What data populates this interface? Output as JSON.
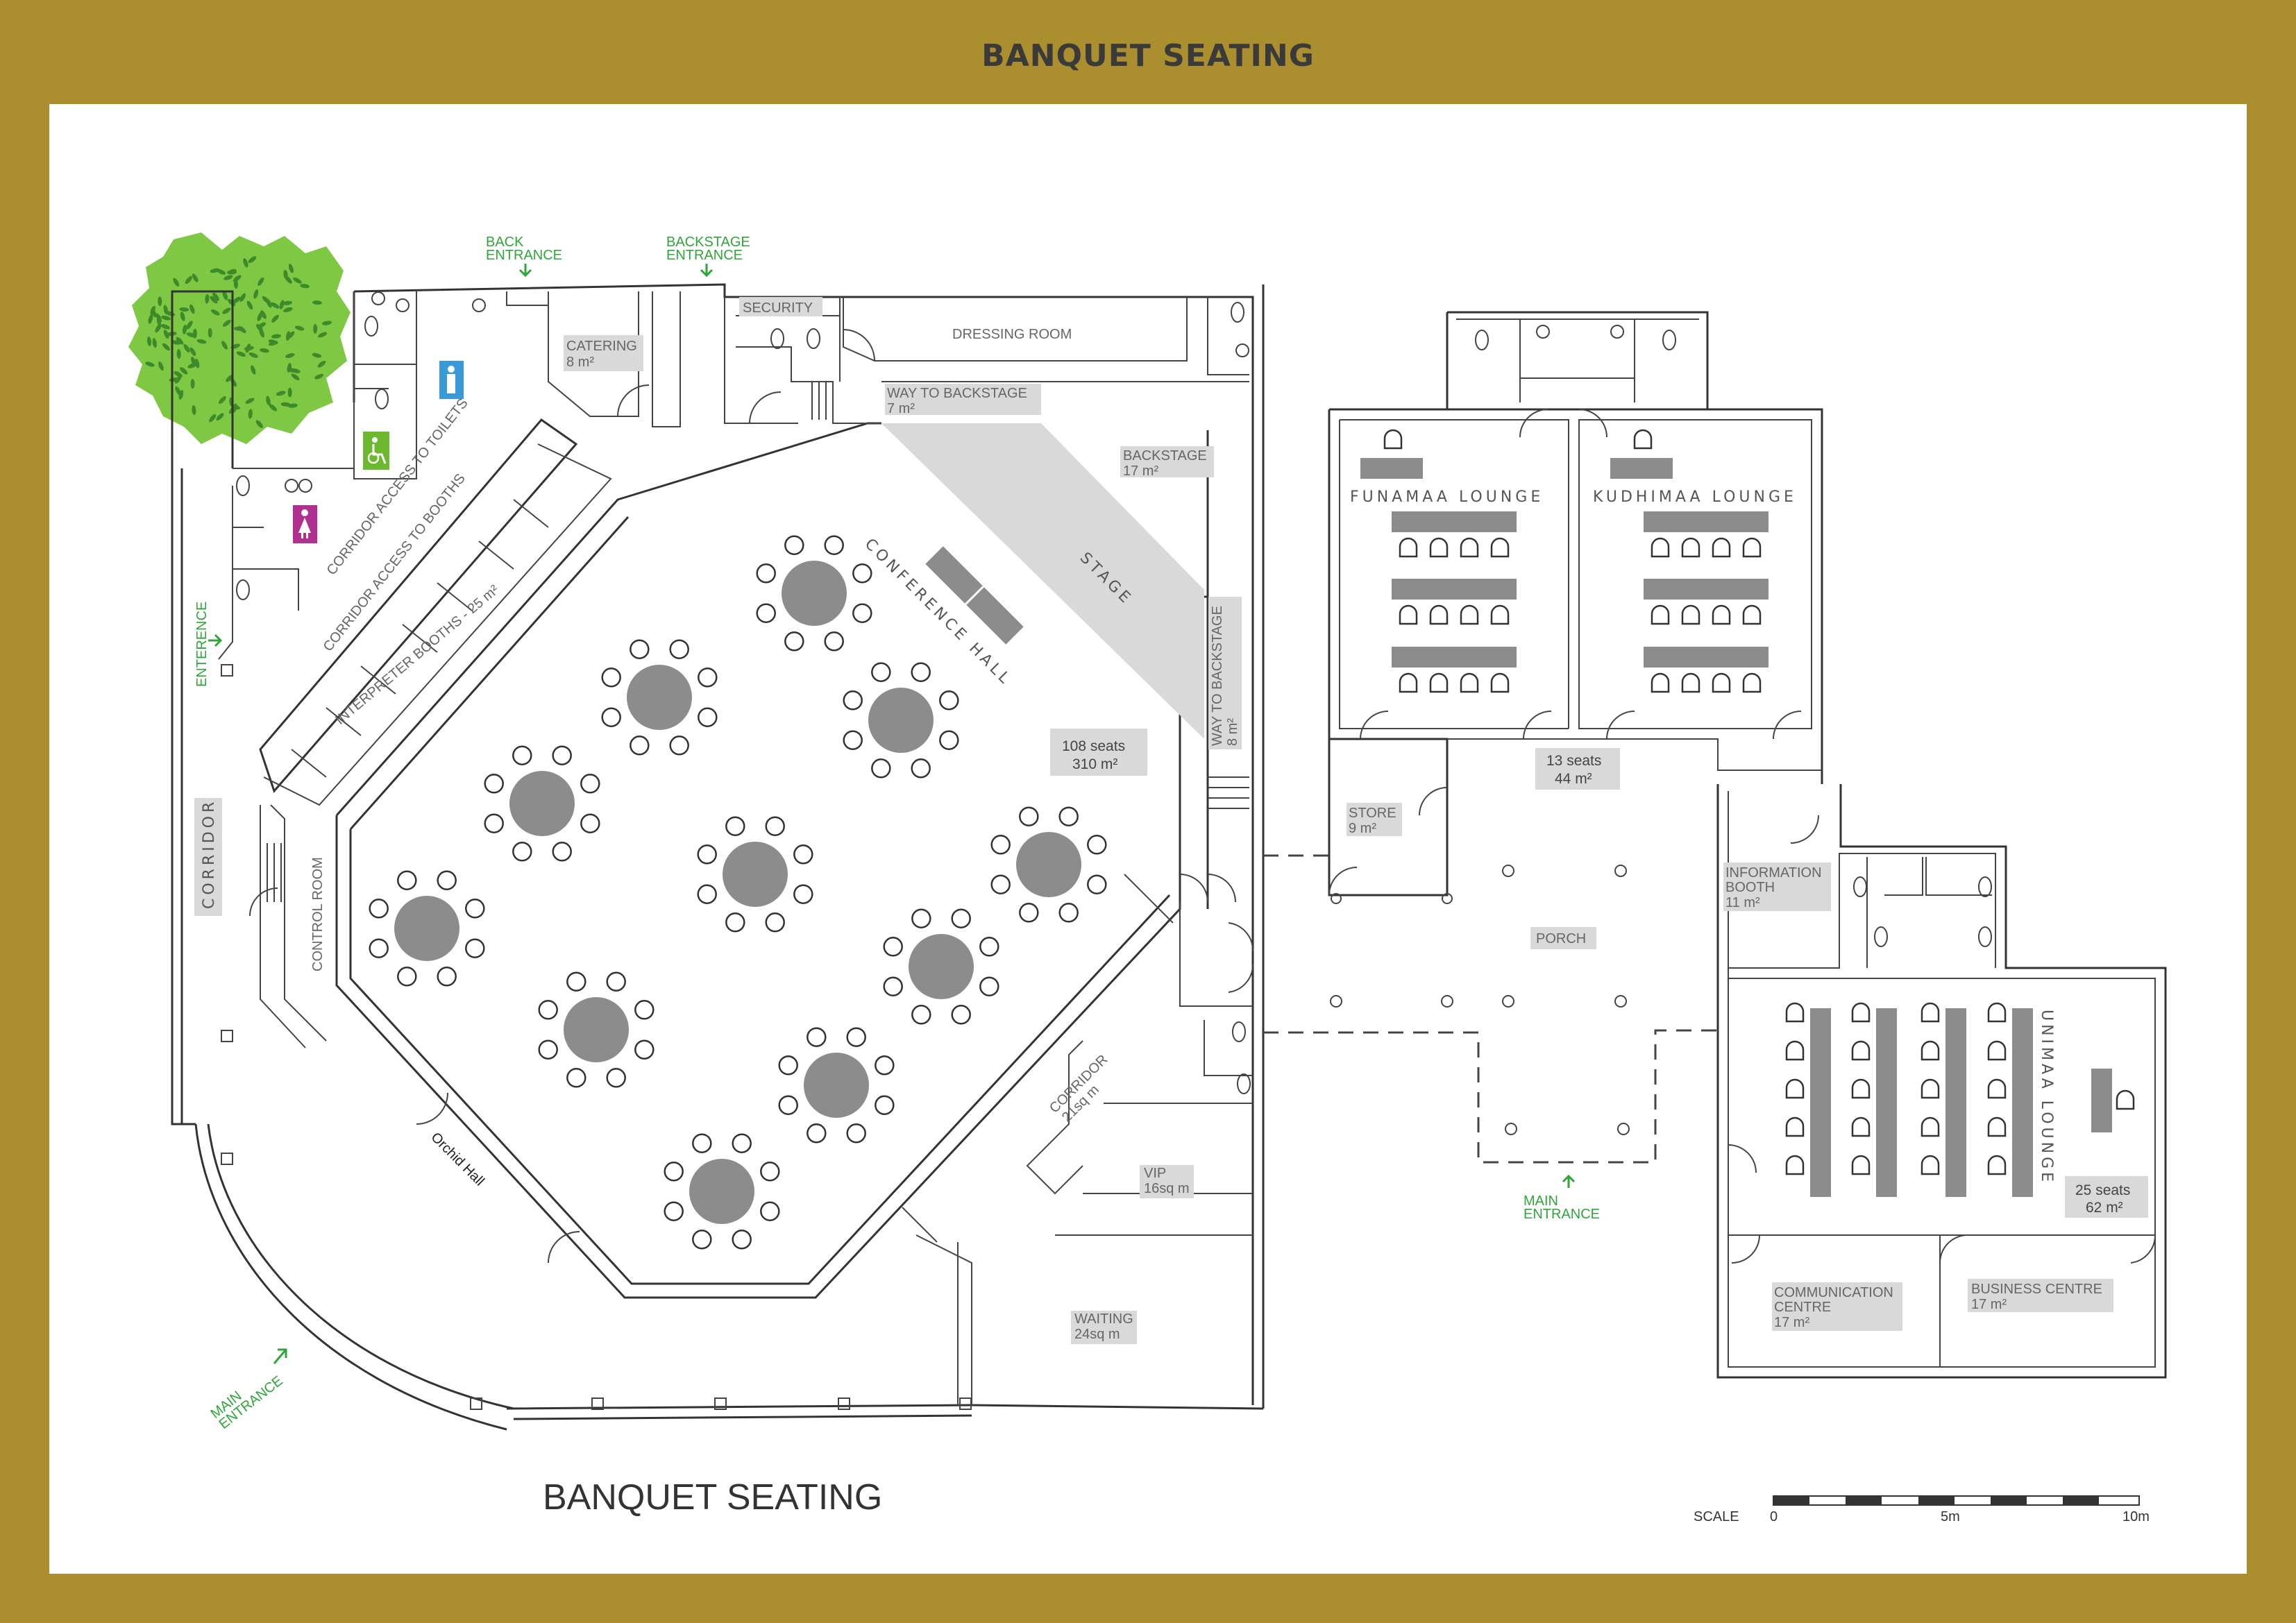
{
  "header": {
    "title": "BANQUET SEATING"
  },
  "plan_title": "BANQUET SEATING",
  "colors": {
    "frame": "#ab8f2f",
    "labels_green": "#2fa53a",
    "tables": "#8c8c8c",
    "tags": "#d9d9d9",
    "male_sign": "#3a9ad9",
    "female_sign": "#b0308f",
    "accessible_sign": "#6cb82e",
    "tree": "#7ec843"
  },
  "icons": [
    "male-restroom-icon",
    "female-restroom-icon",
    "accessible-restroom-icon",
    "tree-icon",
    "toilet-icon",
    "sink-icon",
    "chair-icon",
    "round-table-icon",
    "arrow-icon"
  ],
  "entrances": {
    "back": [
      "BACK",
      "ENTRANCE"
    ],
    "backstage": [
      "BACKSTAGE",
      "ENTRANCE"
    ],
    "side": "ENTERENCE",
    "main_left": [
      "MAIN",
      "ENTRANCE"
    ],
    "main_right": [
      "MAIN",
      "ENTRANCE"
    ]
  },
  "rooms": {
    "security": "SECURITY",
    "catering": {
      "name": "CATERING",
      "area": "8 m²"
    },
    "dressing": "DRESSING ROOM",
    "way_backstage_top": {
      "name": "WAY TO BACKSTAGE",
      "area": "7 m²"
    },
    "backstage": {
      "name": "BACKSTAGE",
      "area": "17 m²"
    },
    "stage": "STAGE",
    "conference_hall": "CONFERENCE HALL",
    "way_backstage_side": {
      "name": "WAY TO BACKSTAGE",
      "area": "8 m²"
    },
    "hall_capacity": {
      "seats": "108 seats",
      "area": "310 m²"
    },
    "corridor_toilets": "CORRIDOR ACCESS TO TOILETS",
    "corridor_booths": "CORRIDOR ACCESS TO BOOTHS",
    "interpreter_booths": "INTERPRETER BOOTHS - 25 m²",
    "corridor_left": "CORRIDOR",
    "control_room": "CONTROL ROOM",
    "orchid_hall": "Orchid Hall",
    "corridor_right": {
      "name": "CORRIDOR",
      "area": "21sq m"
    },
    "vip": {
      "name": "VIP",
      "area": "16sq m"
    },
    "waiting": {
      "name": "WAITING",
      "area": "24sq m"
    },
    "funamaa": "FUNAMAA LOUNGE",
    "kudhimaa": "KUDHIMAA LOUNGE",
    "lounges_capacity": {
      "seats": "13 seats",
      "area": "44 m²"
    },
    "store": {
      "name": "STORE",
      "area": "9 m²"
    },
    "porch": "PORCH",
    "information_booth": {
      "name": [
        "INFORMATION",
        "BOOTH"
      ],
      "area": "11 m²"
    },
    "unimaa": "UNIMAA LOUNGE",
    "unimaa_capacity": {
      "seats": "25 seats",
      "area": "62 m²"
    },
    "communication": {
      "name": [
        "COMMUNICATION",
        "CENTRE"
      ],
      "area": "17 m²"
    },
    "business": {
      "name": "BUSINESS CENTRE",
      "area": "17 m²"
    }
  },
  "scale": {
    "label": "SCALE",
    "ticks": [
      "0",
      "5m",
      "10m"
    ]
  }
}
